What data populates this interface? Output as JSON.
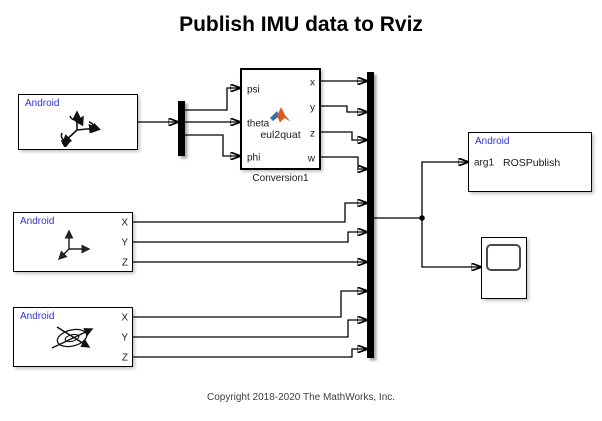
{
  "title": "Publish IMU data to Rviz",
  "copyright": "Copyright 2018-2020 The MathWorks, Inc.",
  "colors": {
    "android_label": "#3333cc",
    "wire": "#000000",
    "matlab_orange": "#d85c20",
    "matlab_blue": "#3a6ea8"
  },
  "icons": {
    "orientation": "orientation-sensor-icon",
    "accelerometer": "accelerometer-axes-icon",
    "gyroscope": "gyroscope-icon",
    "matlab": "matlab-logo-icon",
    "scope": "scope-screen"
  },
  "blocks": {
    "orientation_sensor": {
      "label": "Android"
    },
    "accelerometer": {
      "label": "Android",
      "ports": [
        "X",
        "Y",
        "Z"
      ]
    },
    "gyroscope": {
      "label": "Android",
      "ports": [
        "X",
        "Y",
        "Z"
      ]
    },
    "conversion": {
      "name": "Conversion1",
      "function": "eul2quat",
      "inputs": [
        "psi",
        "theta",
        "phi"
      ],
      "outputs": [
        "x",
        "y",
        "z",
        "w"
      ]
    },
    "ros_publish": {
      "label": "Android",
      "input": "arg1",
      "text": "ROSPublish"
    }
  }
}
